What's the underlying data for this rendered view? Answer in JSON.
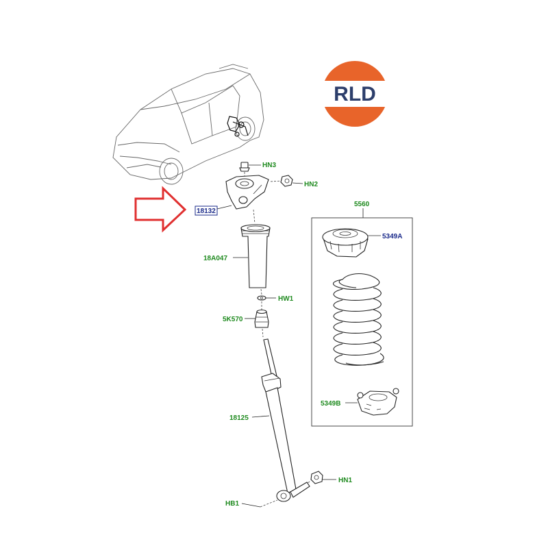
{
  "logo": {
    "text": "RLD",
    "colors": {
      "top": "#e8642a",
      "bottom": "#e8642a",
      "band": "#ffffff",
      "text": "#2c3e6b"
    }
  },
  "callouts": [
    {
      "id": "hn3",
      "text": "HN3",
      "color": "green"
    },
    {
      "id": "hn2",
      "text": "HN2",
      "color": "green"
    },
    {
      "id": "p18132",
      "text": "18132",
      "color": "navy",
      "boxed": true
    },
    {
      "id": "p18a047",
      "text": "18A047",
      "color": "green"
    },
    {
      "id": "hw1",
      "text": "HW1",
      "color": "green"
    },
    {
      "id": "p5k570",
      "text": "5K570",
      "color": "green"
    },
    {
      "id": "p18125",
      "text": "18125",
      "color": "green"
    },
    {
      "id": "hn1",
      "text": "HN1",
      "color": "green"
    },
    {
      "id": "hb1",
      "text": "HB1",
      "color": "green"
    },
    {
      "id": "p5560",
      "text": "5560",
      "color": "green"
    },
    {
      "id": "p5349a",
      "text": "5349A",
      "color": "navy"
    },
    {
      "id": "p5349b",
      "text": "5349B",
      "color": "green"
    }
  ],
  "highlight_arrow": {
    "color": "#e03030",
    "target": "18132"
  }
}
